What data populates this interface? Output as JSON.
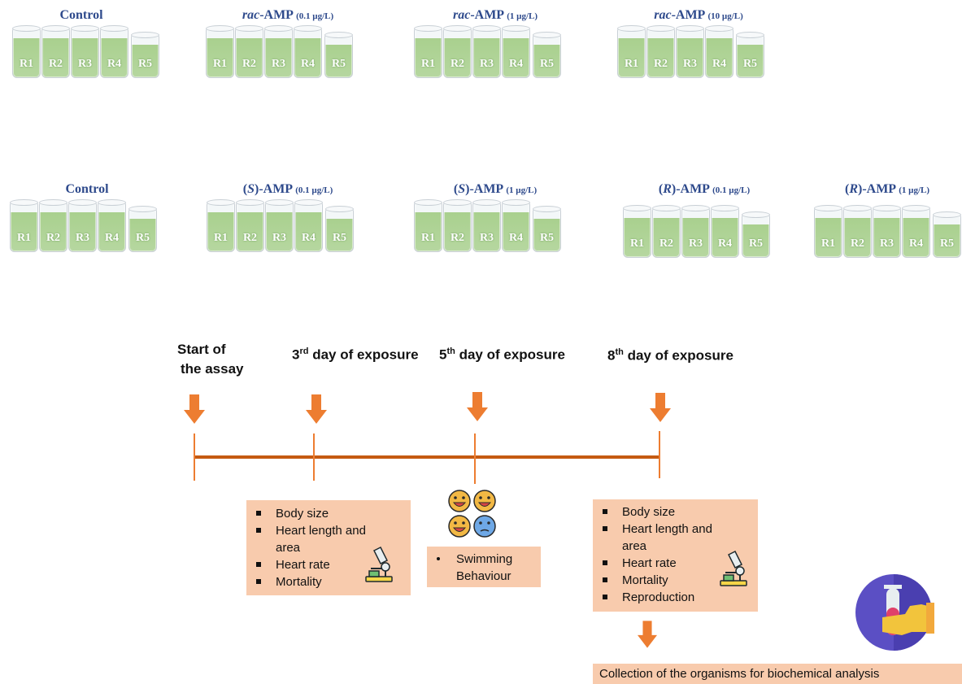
{
  "row1": {
    "groups": [
      {
        "title_main": "Control",
        "title_conc": ""
      },
      {
        "title_prefix": "rac",
        "title_main": "-AMP",
        "title_conc": "(0.1 µg/L)"
      },
      {
        "title_prefix": "rac",
        "title_main": "-AMP",
        "title_conc": "(1 µg/L)"
      },
      {
        "title_prefix": "rac",
        "title_main": "-AMP",
        "title_conc": "(10 µg/L)"
      }
    ]
  },
  "row2": {
    "groups": [
      {
        "title_main": "Control",
        "title_conc": ""
      },
      {
        "title_open": "(",
        "title_prefix": "S",
        "title_main": ")-AMP",
        "title_conc": "(0.1 µg/L)"
      },
      {
        "title_open": "(",
        "title_prefix": "S",
        "title_main": ")-AMP",
        "title_conc": "(1 µg/L)"
      },
      {
        "title_open": "(",
        "title_prefix": "R",
        "title_main": ")-AMP",
        "title_conc": "(0.1 µg/L)"
      },
      {
        "title_open": "(",
        "title_prefix": "R",
        "title_main": ")-AMP",
        "title_conc": "(1 µg/L)"
      }
    ]
  },
  "replicates": [
    "R1",
    "R2",
    "R3",
    "R4",
    "R5"
  ],
  "timeline": {
    "start_line1": "Start of",
    "start_line2": "the assay",
    "day3_num": "3",
    "day3_sup": "rd",
    "day3_text": " day of exposure",
    "day5_num": "5",
    "day5_sup": "th",
    "day5_text": " day of exposure",
    "day8_num": "8",
    "day8_sup": "th",
    "day8_text": " day of exposure"
  },
  "box_day3": [
    "Body size",
    "Heart length and area",
    "Heart rate",
    "Mortality"
  ],
  "box_day5": [
    "Swimming Behaviour"
  ],
  "box_day8": [
    "Body size",
    "Heart length and area",
    "Heart rate",
    "Mortality",
    "Reproduction"
  ],
  "collection": "Collection of the organisms for biochemical analysis",
  "icons": {
    "arrow": "down-arrow-icon",
    "microscope": "microscope-icon",
    "faces": "emoji-faces-icon",
    "test_tube": "test-tube-hand-icon"
  },
  "colors": {
    "arrow": "#ed7d31",
    "timeline": "#c55a11",
    "box": "#f8cbad",
    "title": "#2e4a8c",
    "liquid": "#a9d08e"
  }
}
